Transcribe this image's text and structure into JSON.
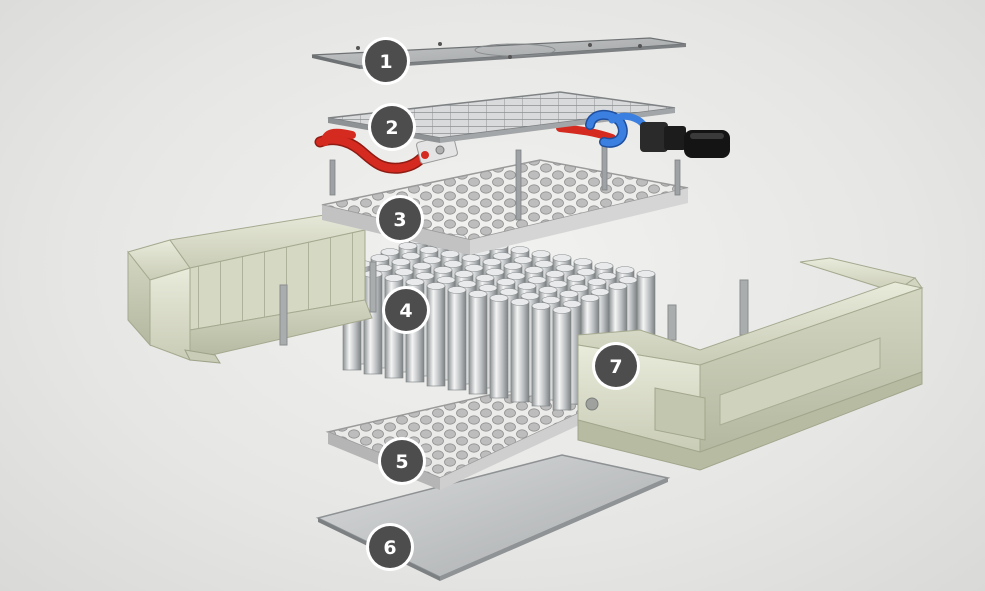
{
  "callouts": [
    {
      "id": "1",
      "label": "1",
      "part": "top-cover-plate"
    },
    {
      "id": "2",
      "label": "2",
      "part": "busbar-wiring-assembly"
    },
    {
      "id": "3",
      "label": "3",
      "part": "upper-cell-holder"
    },
    {
      "id": "4",
      "label": "4",
      "part": "cylindrical-cells"
    },
    {
      "id": "5",
      "label": "5",
      "part": "lower-cell-holder"
    },
    {
      "id": "6",
      "label": "6",
      "part": "bottom-plate"
    },
    {
      "id": "7",
      "label": "7",
      "part": "side-housing-frame"
    }
  ],
  "colors": {
    "background": "#e6e6e4",
    "housing": "#dfe2cf",
    "metal": "#c9cbcc",
    "cable_positive": "#d42a1f",
    "cable_negative": "#2f6fd1",
    "connector": "#1c1c1c",
    "callout_fill": "#4d4d4d",
    "callout_ring": "#ffffff"
  }
}
